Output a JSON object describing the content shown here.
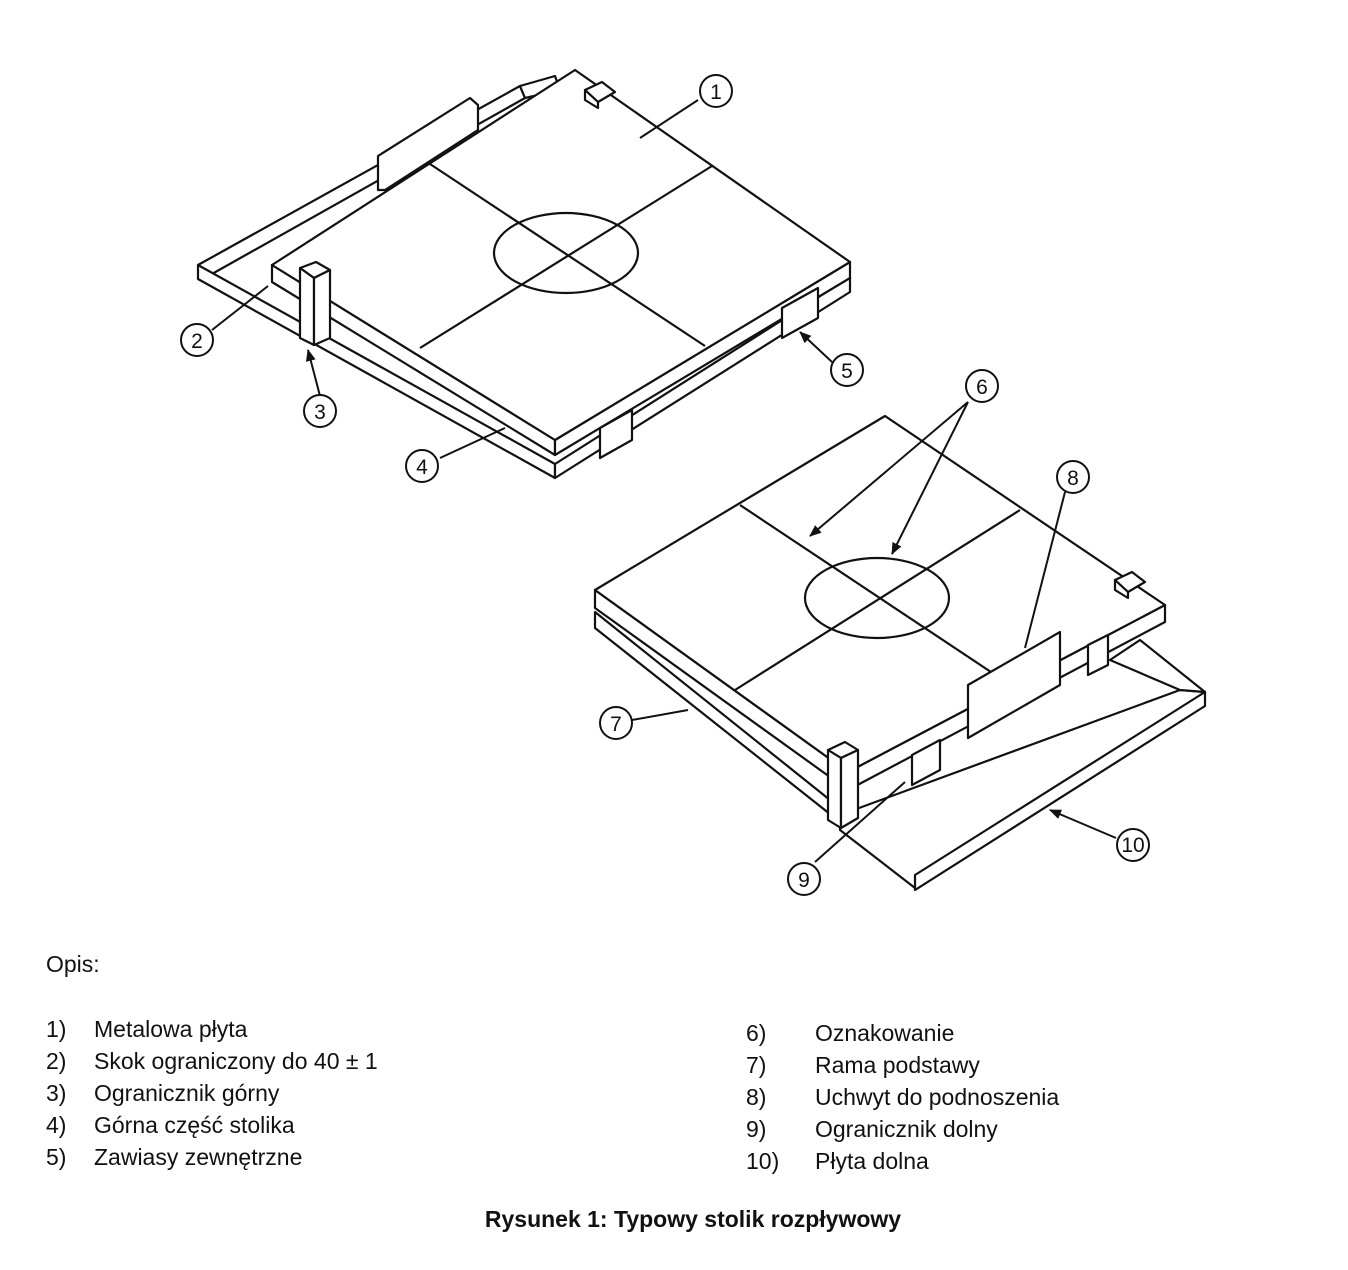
{
  "callouts": [
    "1",
    "2",
    "3",
    "4",
    "5",
    "6",
    "7",
    "8",
    "9",
    "10"
  ],
  "legend": {
    "title": "Opis:",
    "left": [
      {
        "num": "1)",
        "text": "Metalowa płyta"
      },
      {
        "num": "2)",
        "text": "Skok ograniczony do 40 ± 1"
      },
      {
        "num": "3)",
        "text": "Ogranicznik górny"
      },
      {
        "num": "4)",
        "text": "Górna część stolika"
      },
      {
        "num": "5)",
        "text": "Zawiasy zewnętrzne"
      }
    ],
    "right": [
      {
        "num": "6)",
        "text": "Oznakowanie"
      },
      {
        "num": "7)",
        "text": "Rama podstawy"
      },
      {
        "num": "8)",
        "text": "Uchwyt do podnoszenia"
      },
      {
        "num": "9)",
        "text": "Ogranicznik dolny"
      },
      {
        "num": "10)",
        "text": "Płyta dolna"
      }
    ]
  },
  "caption": "Rysunek 1: Typowy stolik rozpływowy"
}
